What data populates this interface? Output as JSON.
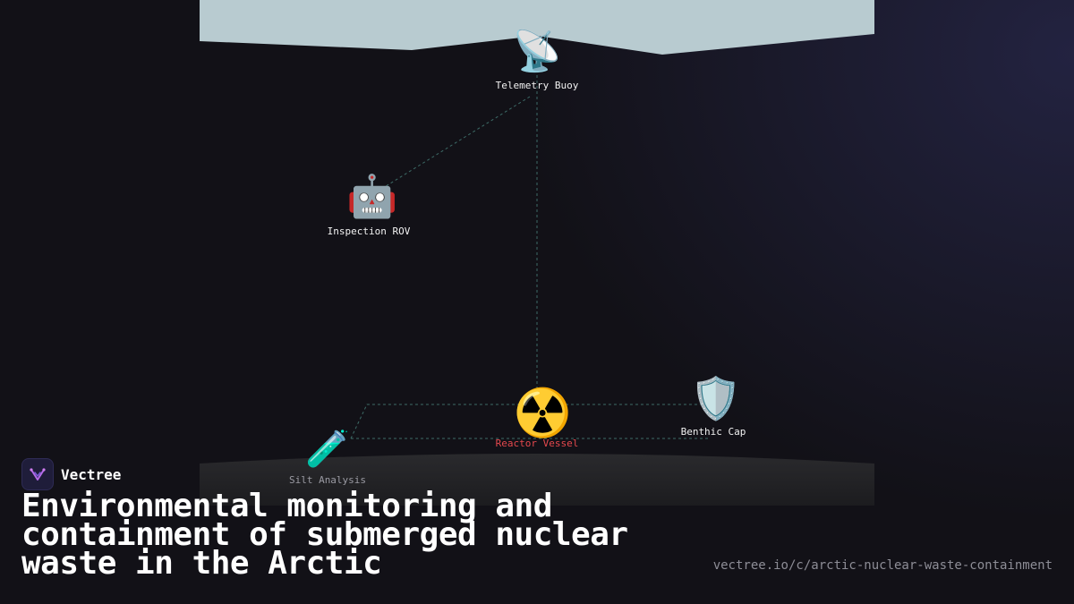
{
  "diagram": {
    "nodes": {
      "buoy": {
        "icon": "satellite-antenna-icon",
        "glyph": "📡",
        "label": "Telemetry Buoy"
      },
      "rov": {
        "icon": "robot-icon",
        "glyph": "🤖",
        "label": "Inspection ROV"
      },
      "reactor": {
        "icon": "radioactive-icon",
        "glyph": "☢️",
        "label": "Reactor Vessel",
        "label_color": "#e5484d"
      },
      "cap": {
        "icon": "shield-icon",
        "glyph": "🛡️",
        "label": "Benthic Cap"
      },
      "silt": {
        "icon": "test-tube-icon",
        "glyph": "🧪",
        "label": "Silt Analysis",
        "label_color": "#9a9aa2"
      }
    },
    "colors": {
      "ice": "#b8cbd0",
      "seabed": "#252528",
      "connector": "#3d6b67"
    }
  },
  "footer": {
    "brand_name": "Vectree",
    "title": "Environmental monitoring and containment of submerged nuclear waste in the Arctic",
    "url": "vectree.io/c/arctic-nuclear-waste-containment"
  }
}
